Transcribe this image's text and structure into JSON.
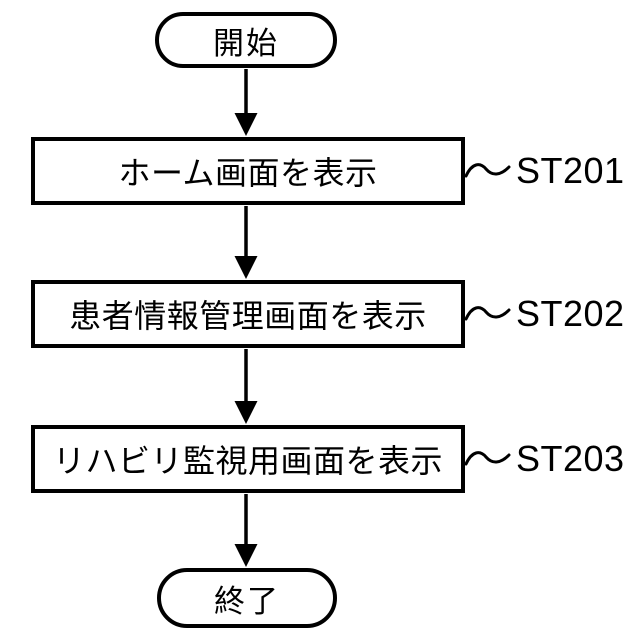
{
  "figure": {
    "type": "flowchart",
    "colors": {
      "stroke": "#000000",
      "background": "#ffffff",
      "text": "#000000"
    },
    "start_terminal": {
      "label": "開始"
    },
    "end_terminal": {
      "label": "終了"
    },
    "steps": [
      {
        "label": "ホーム画面を表示",
        "ref_label": "ST201"
      },
      {
        "label": "患者情報管理画面を表示",
        "ref_label": "ST202"
      },
      {
        "label": "リハビリ監視用画面を表示",
        "ref_label": "ST203"
      }
    ]
  }
}
